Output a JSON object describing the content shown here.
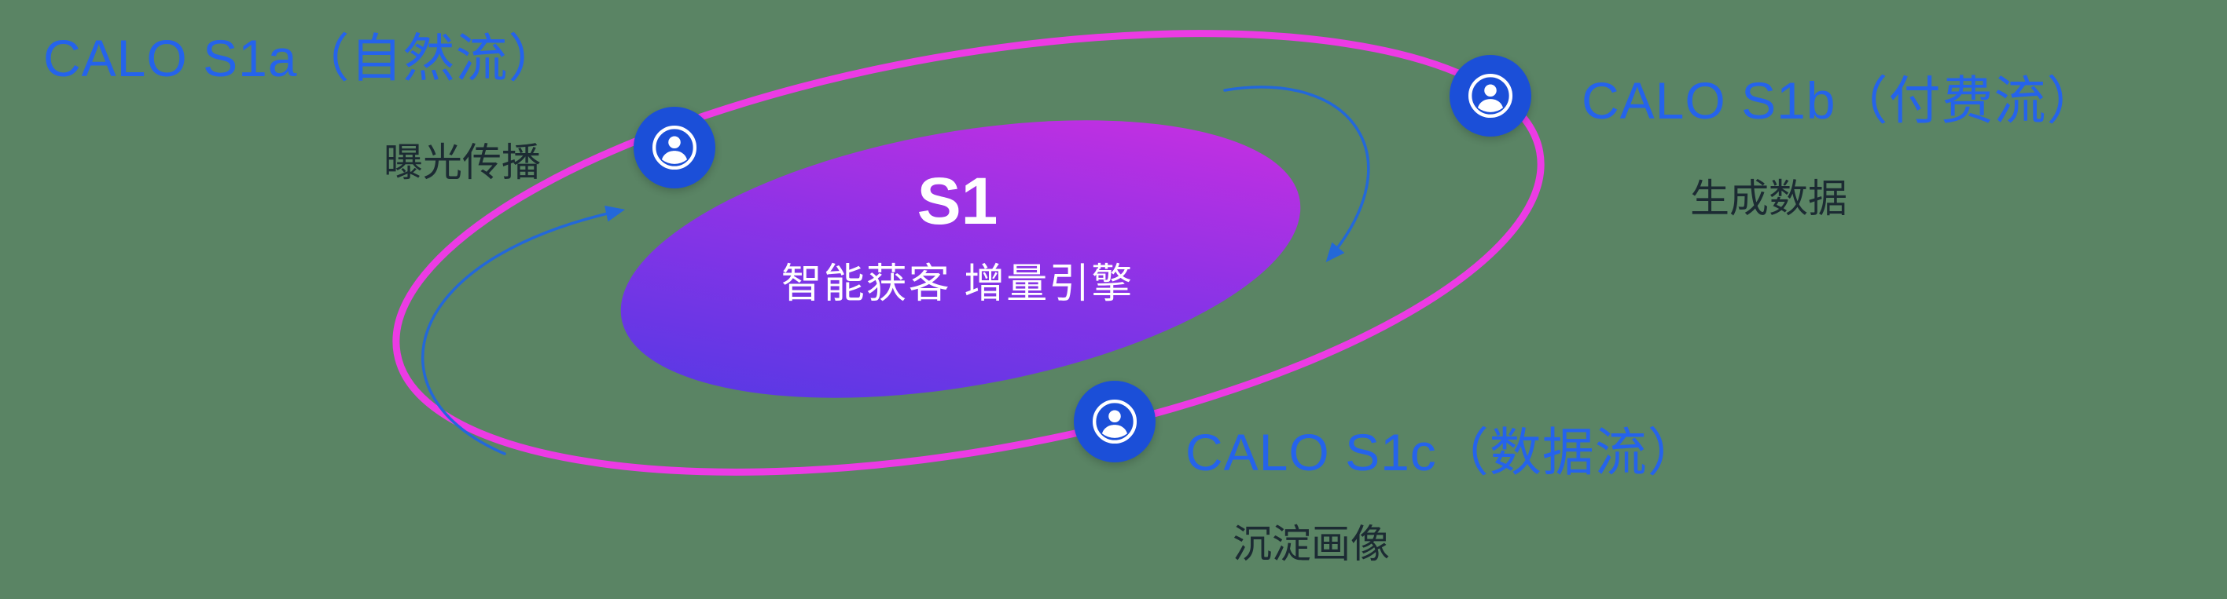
{
  "center": {
    "title": "S1",
    "subtitle": "智能获客  增量引擎"
  },
  "nodes": [
    {
      "id": "s1a",
      "label": "CALO S1a（自然流）",
      "sublabel": "曝光传播"
    },
    {
      "id": "s1b",
      "label": "CALO S1b（付费流）",
      "sublabel": "生成数据"
    },
    {
      "id": "s1c",
      "label": "CALO S1c（数据流）",
      "sublabel": "沉淀画像"
    }
  ],
  "icons": {
    "node_icon": "user-badge-icon"
  },
  "colors": {
    "bg": "#5a8464",
    "label-blue": "#2563eb",
    "sublabel-dark": "#1c2b33",
    "ring": "#ec3be4",
    "node-blue": "#1b4fd8",
    "grad-start": "#4a3ae4",
    "grad-mid": "#8a33e6",
    "grad-end": "#d62ee0",
    "arrow": "#2368d9",
    "white": "#ffffff"
  }
}
